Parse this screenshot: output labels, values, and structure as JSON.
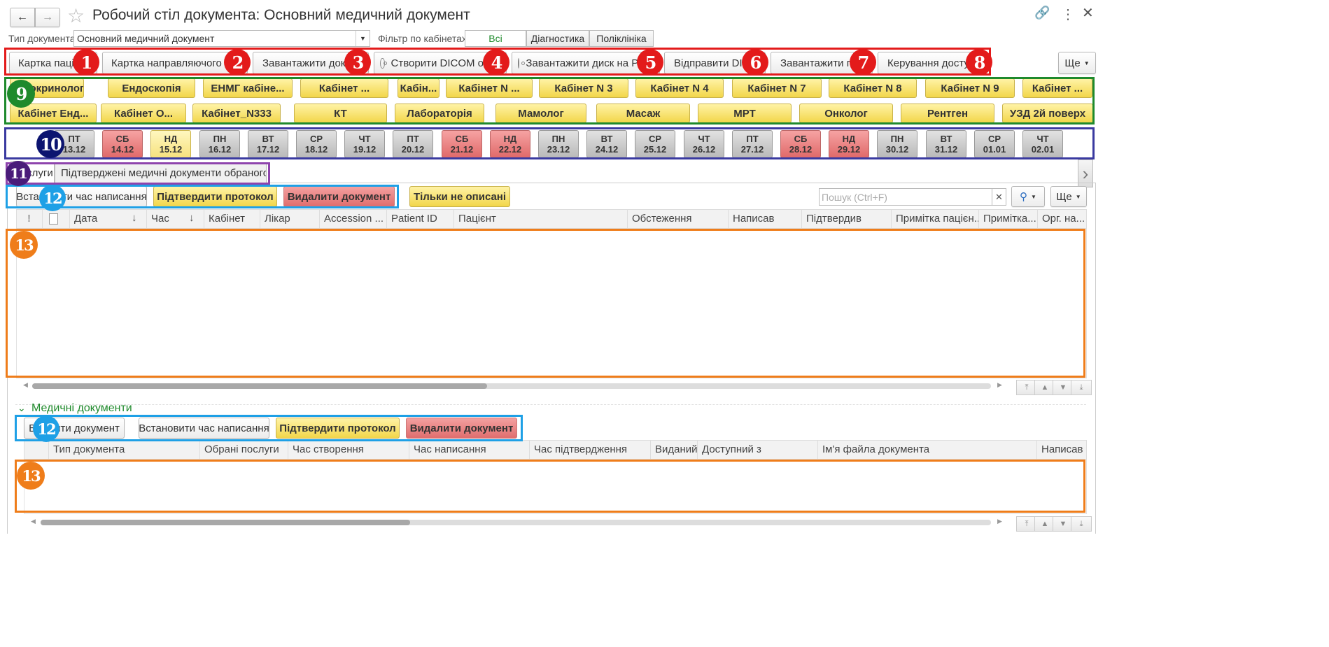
{
  "window": {
    "title": "Робочий стіл документа: Основний медичний документ",
    "back_icon": "arrow-left-icon",
    "forward_icon": "arrow-right-icon",
    "star_icon": "star-icon",
    "link_icon": "link-icon",
    "menu_icon": "more-vertical-icon",
    "close_icon": "close-icon"
  },
  "filters": {
    "doc_type_label": "Тип документа:",
    "doc_type_value": "Основний медичний документ",
    "cabinet_filter_label": "Фільтр по кабінетах:",
    "cabinet_filters": [
      "Всі",
      "Діагностика",
      "Поліклініка"
    ]
  },
  "toolbar": {
    "buttons": [
      "Картка пацієнта",
      "Картка направляючого лікаря",
      "Завантажити документ",
      "Створити DICOM образ",
      "Завантажити диск на PACS",
      "Відправити DICOM",
      "Завантажити плівку",
      "Керування доступом"
    ],
    "more": "Ще"
  },
  "cabinets": {
    "row1": [
      "Ендокринолог",
      "Ендоскопія",
      "ЕНМГ кабіне...",
      "Кабінет ...",
      "Кабін...",
      "Кабінет N ...",
      "Кабінет N 3",
      "Кабінет N 4",
      "Кабінет N 7",
      "Кабінет N 8",
      "Кабінет N 9",
      "Кабінет ..."
    ],
    "row2": [
      "Кабінет Енд...",
      "Кабінет О...",
      "Кабінет_N333",
      "КТ",
      "Лабораторія",
      "Мамолог",
      "Масаж",
      "МРТ",
      "Онколог",
      "Рентген",
      "УЗД 2й поверх"
    ]
  },
  "dates": [
    {
      "day": "ПТ",
      "date": "13.12",
      "kind": "work"
    },
    {
      "day": "СБ",
      "date": "14.12",
      "kind": "weekend"
    },
    {
      "day": "НД",
      "date": "15.12",
      "kind": "selected"
    },
    {
      "day": "ПН",
      "date": "16.12",
      "kind": "work"
    },
    {
      "day": "ВТ",
      "date": "17.12",
      "kind": "work"
    },
    {
      "day": "СР",
      "date": "18.12",
      "kind": "work"
    },
    {
      "day": "ЧТ",
      "date": "19.12",
      "kind": "work"
    },
    {
      "day": "ПТ",
      "date": "20.12",
      "kind": "work"
    },
    {
      "day": "СБ",
      "date": "21.12",
      "kind": "weekend"
    },
    {
      "day": "НД",
      "date": "22.12",
      "kind": "weekend"
    },
    {
      "day": "ПН",
      "date": "23.12",
      "kind": "work"
    },
    {
      "day": "ВТ",
      "date": "24.12",
      "kind": "work"
    },
    {
      "day": "СР",
      "date": "25.12",
      "kind": "work"
    },
    {
      "day": "ЧТ",
      "date": "26.12",
      "kind": "work"
    },
    {
      "day": "ПТ",
      "date": "27.12",
      "kind": "work"
    },
    {
      "day": "СБ",
      "date": "28.12",
      "kind": "weekend"
    },
    {
      "day": "НД",
      "date": "29.12",
      "kind": "weekend"
    },
    {
      "day": "ПН",
      "date": "30.12",
      "kind": "work"
    },
    {
      "day": "ВТ",
      "date": "31.12",
      "kind": "work"
    },
    {
      "day": "СР",
      "date": "01.01",
      "kind": "work"
    },
    {
      "day": "ЧТ",
      "date": "02.01",
      "kind": "work"
    }
  ],
  "tabs": [
    "Послуги",
    "Підтверджені медичні документи обраного типу"
  ],
  "services": {
    "actions": [
      "Встановити час написання",
      "Підтвердити протокол",
      "Видалити документ",
      "Тільки не описані"
    ],
    "search_placeholder": "Пошук (Ctrl+F)",
    "more": "Ще",
    "columns": [
      "!",
      "",
      "Дата",
      "Час",
      "Кабінет",
      "Лікар",
      "Accession ...",
      "Patient ID",
      "Пацієнт",
      "Обстеження",
      "Написав",
      "Підтвердив",
      "Примітка пацієн...",
      "Примітка...",
      "Орг. на..."
    ]
  },
  "med_docs": {
    "section_title": "Медичні документи",
    "actions": [
      "Відкрити документ",
      "Встановити час написання",
      "Підтвердити протокол",
      "Видалити документ"
    ],
    "columns": [
      "",
      "Тип документа",
      "Обрані послуги",
      "Час створення",
      "Час написання",
      "Час підтвердження",
      "Виданий",
      "Доступний з",
      "Ім'я файла документа",
      "Написав"
    ]
  },
  "markers": [
    "1",
    "2",
    "3",
    "4",
    "5",
    "6",
    "7",
    "8",
    "9",
    "10",
    "11",
    "12",
    "12",
    "13",
    "13"
  ],
  "colors": {
    "red_frame": "#e31b1b",
    "green_frame": "#1f8a2c",
    "navy_frame": "#3a3aa0",
    "purple_frame": "#8e44ad",
    "blue_frame": "#1ea0e6",
    "orange_frame": "#ef7d1a"
  }
}
